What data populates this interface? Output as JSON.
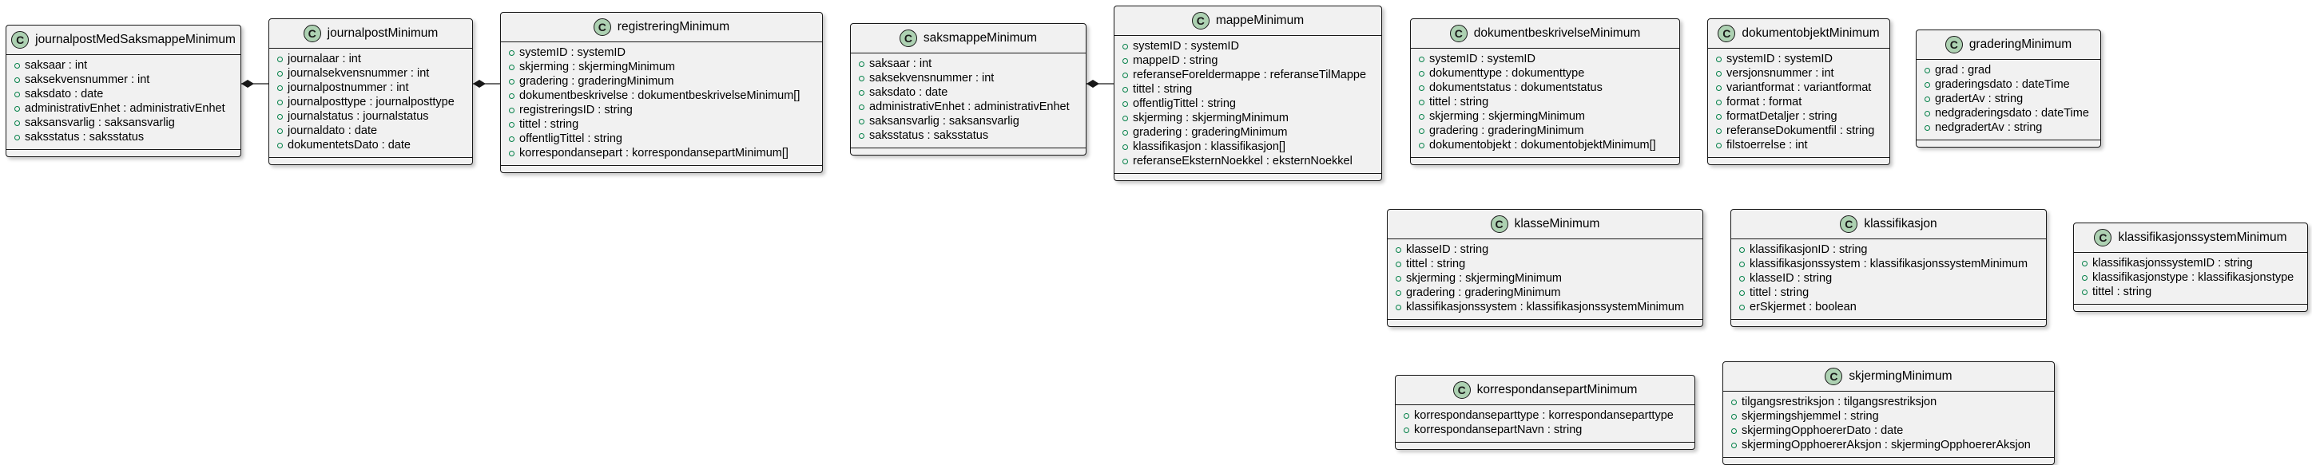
{
  "classes": [
    {
      "name": "journalpostMedSaksmappeMinimum",
      "badge": "C",
      "attributes": [
        "saksaar : int",
        "saksekvensnummer : int",
        "saksdato : date",
        "administrativEnhet : administrativEnhet",
        "saksansvarlig : saksansvarlig",
        "saksstatus : saksstatus"
      ]
    },
    {
      "name": "journalpostMinimum",
      "badge": "C",
      "attributes": [
        "journalaar : int",
        "journalsekvensnummer : int",
        "journalpostnummer : int",
        "journalposttype : journalposttype",
        "journalstatus : journalstatus",
        "journaldato : date",
        "dokumentetsDato : date"
      ]
    },
    {
      "name": "registreringMinimum",
      "badge": "C",
      "attributes": [
        "systemID : systemID",
        "skjerming : skjermingMinimum",
        "gradering : graderingMinimum",
        "dokumentbeskrivelse : dokumentbeskrivelseMinimum[]",
        "registreringsID : string",
        "tittel : string",
        "offentligTittel : string",
        "korrespondansepart : korrespondansepartMinimum[]"
      ]
    },
    {
      "name": "saksmappeMinimum",
      "badge": "C",
      "attributes": [
        "saksaar : int",
        "saksekvensnummer : int",
        "saksdato : date",
        "administrativEnhet : administrativEnhet",
        "saksansvarlig : saksansvarlig",
        "saksstatus : saksstatus"
      ]
    },
    {
      "name": "mappeMinimum",
      "badge": "C",
      "attributes": [
        "systemID : systemID",
        "mappeID : string",
        "referanseForeldermappe : referanseTilMappe",
        "tittel : string",
        "offentligTittel : string",
        "skjerming : skjermingMinimum",
        "gradering : graderingMinimum",
        "klassifikasjon : klassifikasjon[]",
        "referanseEksternNoekkel : eksternNoekkel"
      ]
    },
    {
      "name": "dokumentbeskrivelseMinimum",
      "badge": "C",
      "attributes": [
        "systemID : systemID",
        "dokumenttype : dokumenttype",
        "dokumentstatus : dokumentstatus",
        "tittel : string",
        "skjerming : skjermingMinimum",
        "gradering : graderingMinimum",
        "dokumentobjekt : dokumentobjektMinimum[]"
      ]
    },
    {
      "name": "dokumentobjektMinimum",
      "badge": "C",
      "attributes": [
        "systemID : systemID",
        "versjonsnummer : int",
        "variantformat : variantformat",
        "format : format",
        "formatDetaljer : string",
        "referanseDokumentfil : string",
        "filstoerrelse : int"
      ]
    },
    {
      "name": "graderingMinimum",
      "badge": "C",
      "attributes": [
        "grad : grad",
        "graderingsdato : dateTime",
        "gradertAv : string",
        "nedgraderingsdato : dateTime",
        "nedgradertAv : string"
      ]
    },
    {
      "name": "klasseMinimum",
      "badge": "C",
      "attributes": [
        "klasseID : string",
        "tittel : string",
        "skjerming : skjermingMinimum",
        "gradering : graderingMinimum",
        "klassifikasjonssystem : klassifikasjonssystemMinimum"
      ]
    },
    {
      "name": "klassifikasjon",
      "badge": "C",
      "attributes": [
        "klassifikasjonID : string",
        "klassifikasjonssystem : klassifikasjonssystemMinimum",
        "klasseID : string",
        "tittel : string",
        "erSkjermet : boolean"
      ]
    },
    {
      "name": "klassifikasjonssystemMinimum",
      "badge": "C",
      "attributes": [
        "klassifikasjonssystemID : string",
        "klassifikasjonstype : klassifikasjonstype",
        "tittel : string"
      ]
    },
    {
      "name": "korrespondansepartMinimum",
      "badge": "C",
      "attributes": [
        "korrespondanseparttype : korrespondanseparttype",
        "korrespondansepartNavn : string"
      ]
    },
    {
      "name": "skjermingMinimum",
      "badge": "C",
      "attributes": [
        "tilgangsrestriksjon : tilgangsrestriksjon",
        "skjermingshjemmel : string",
        "skjermingOpphoererDato : date",
        "skjermingOpphoererAksjon : skjermingOpphoererAksjon"
      ]
    }
  ]
}
